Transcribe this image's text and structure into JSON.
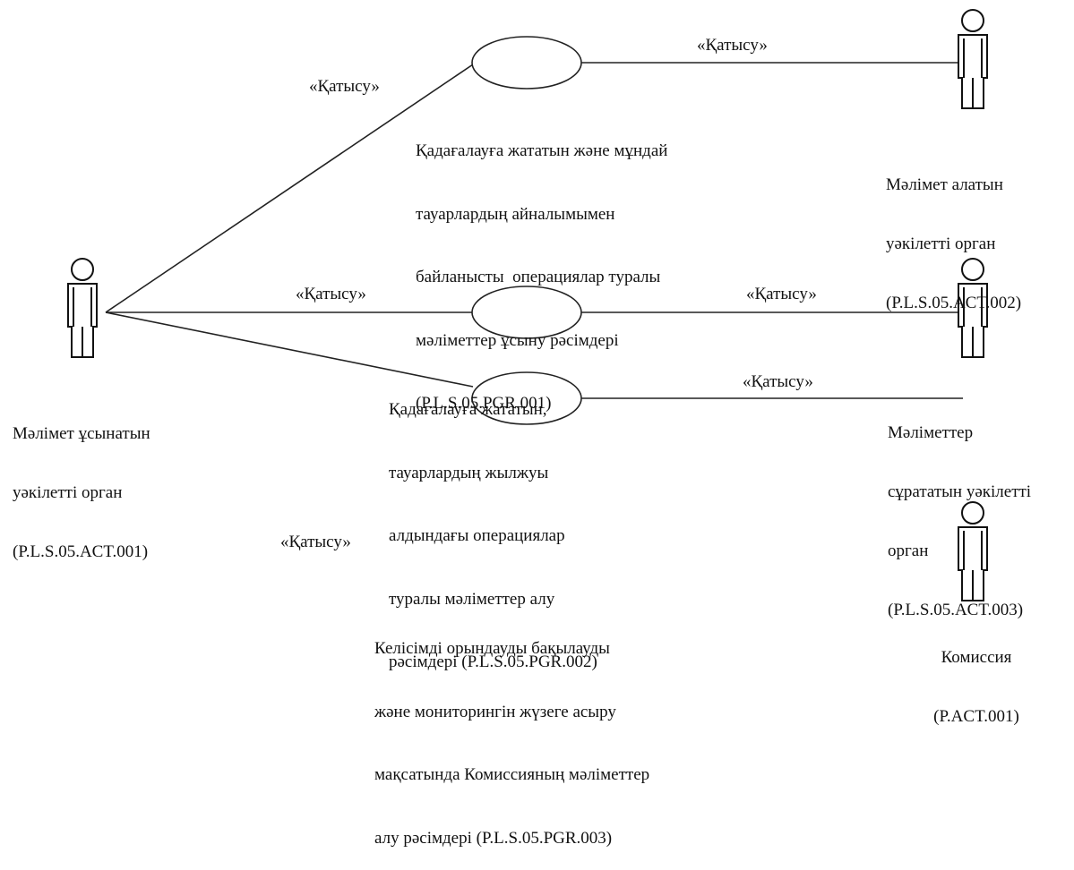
{
  "stereotype": "«Қатысу»",
  "actors": {
    "act001": [
      "Мәлімет ұсынатын",
      "уәкілетті орган",
      "(P.L.S.05.ACT.001)"
    ],
    "act002": [
      "Мәлімет алатын",
      "уәкілетті орган",
      "(P.L.S.05.ACT.002)"
    ],
    "act003": [
      "Мәліметтер",
      "сұрататын уәкілетті",
      "орган",
      "(P.L.S.05.ACT.003)"
    ],
    "commission": [
      "Комиссия",
      "(P.ACT.001)"
    ]
  },
  "use_cases": {
    "pgr001": [
      "Қадағалауға жататын және мұндай",
      "тауарлардың айналымымен",
      "байланысты  операциялар туралы",
      "мәліметтер ұсыну рәсімдері",
      "(P.L.S.05.PGR.001)"
    ],
    "pgr002": [
      "Қадағалауға жататын,",
      "тауарлардың жылжуы",
      "алдындағы операциялар",
      "туралы мәліметтер алу",
      "рәсімдері (P.L.S.05.PGR.002)"
    ],
    "pgr003": [
      "Келісімді орындауды бақылауды",
      "және мониторингін жүзеге асыру",
      "мақсатында Комиссияның мәліметтер",
      "алу рәсімдері (P.L.S.05.PGR.003)"
    ]
  }
}
